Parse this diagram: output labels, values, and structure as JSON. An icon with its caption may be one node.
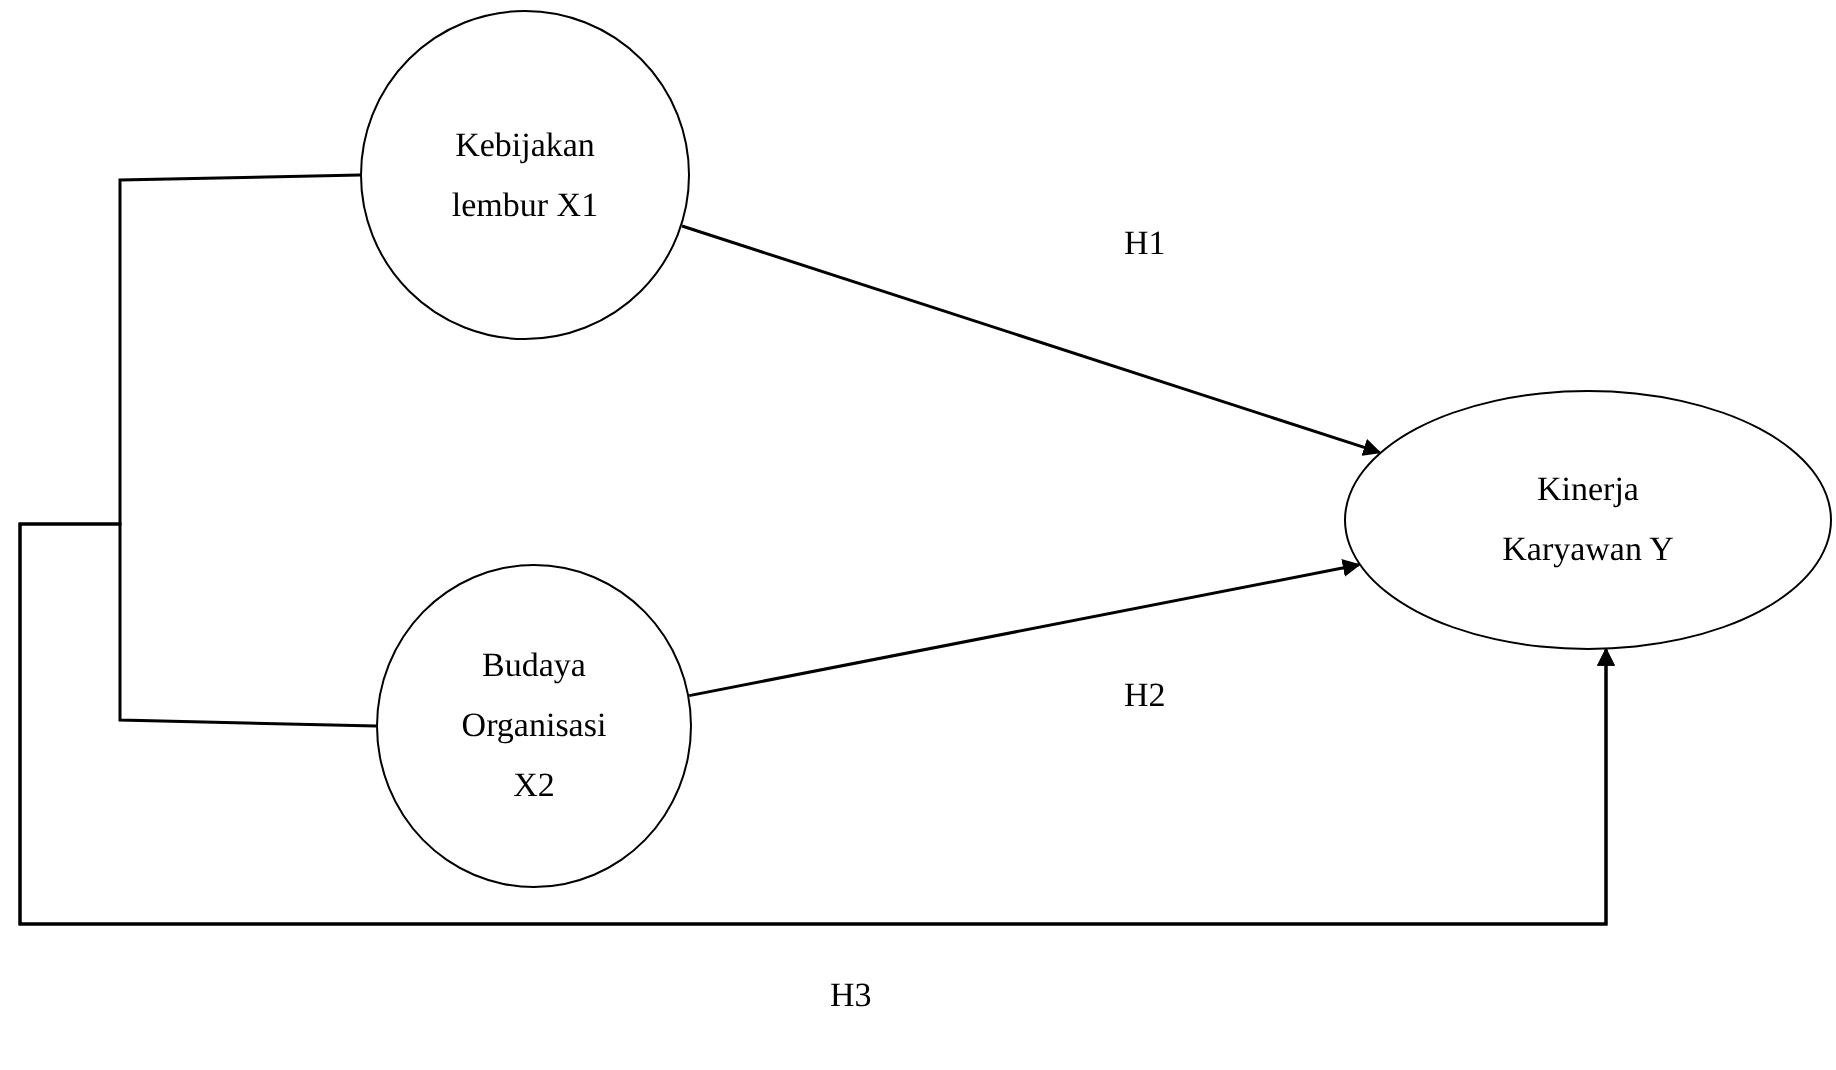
{
  "diagram": {
    "nodes": [
      {
        "text": [
          "Kebijakan lembur X1"
        ]
      },
      {
        "text": [
          "Budaya Organisasi X2"
        ]
      },
      {
        "text": [
          "Kinerja Karyawan Y"
        ]
      }
    ],
    "edges": [
      {
        "from": 0,
        "to": 2,
        "arrow": "to",
        "label": "H1"
      },
      {
        "from": 1,
        "to": 2,
        "arrow": "to",
        "label": "H2"
      },
      {
        "from": 0,
        "to": 2,
        "arrow": "to",
        "label": "H3"
      },
      {
        "from": 1,
        "to": 2,
        "arrow": "to"
      }
    ]
  }
}
